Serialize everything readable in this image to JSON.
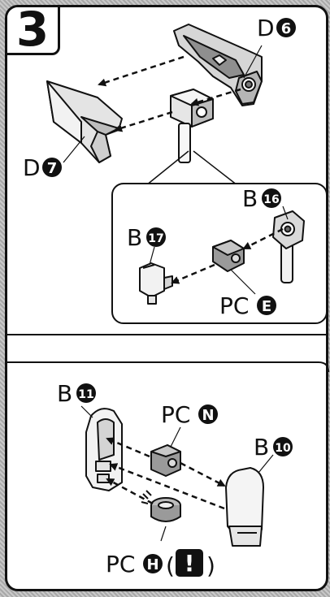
{
  "step_number": "3",
  "labels": {
    "d6_letter": "D",
    "d6_num": "6",
    "d7_letter": "D",
    "d7_num": "7",
    "b16_letter": "B",
    "b16_num": "16",
    "b17_letter": "B",
    "b17_num": "17",
    "pce_letter": "PC",
    "pce_num": "E",
    "b11_letter": "B",
    "b11_num": "11",
    "pcn_letter": "PC",
    "pcn_num": "N",
    "b10_letter": "B",
    "b10_num": "10",
    "pch_letter": "PC",
    "pch_num": "H",
    "paren_open": "(",
    "warning_mark": "!",
    "paren_close": ")"
  }
}
